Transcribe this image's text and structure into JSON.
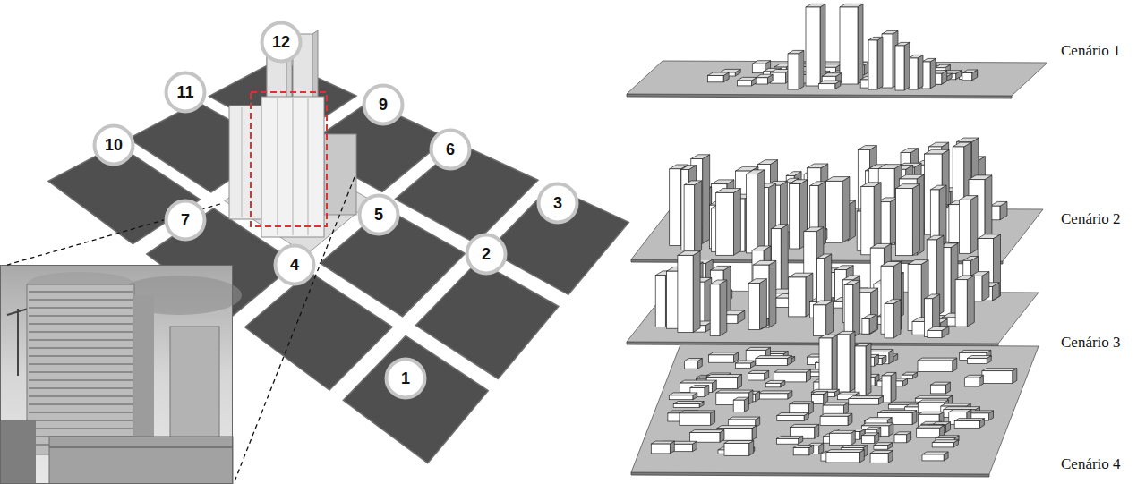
{
  "diagram": {
    "nodes": [
      {
        "text": [
          "12"
        ]
      },
      {
        "text": [
          "11"
        ]
      },
      {
        "text": [
          "9"
        ]
      },
      {
        "text": [
          "10"
        ]
      },
      {
        "text": [
          "6"
        ]
      },
      {
        "text": [
          "3"
        ]
      },
      {
        "text": [
          "5"
        ]
      },
      {
        "text": [
          "7"
        ]
      },
      {
        "text": [
          "2"
        ]
      },
      {
        "text": [
          "4"
        ]
      },
      {
        "text": [
          "1"
        ]
      }
    ],
    "labels": [
      "Cenário 1",
      "Cenário 2",
      "Cenário 3",
      "Cenário 4"
    ]
  }
}
